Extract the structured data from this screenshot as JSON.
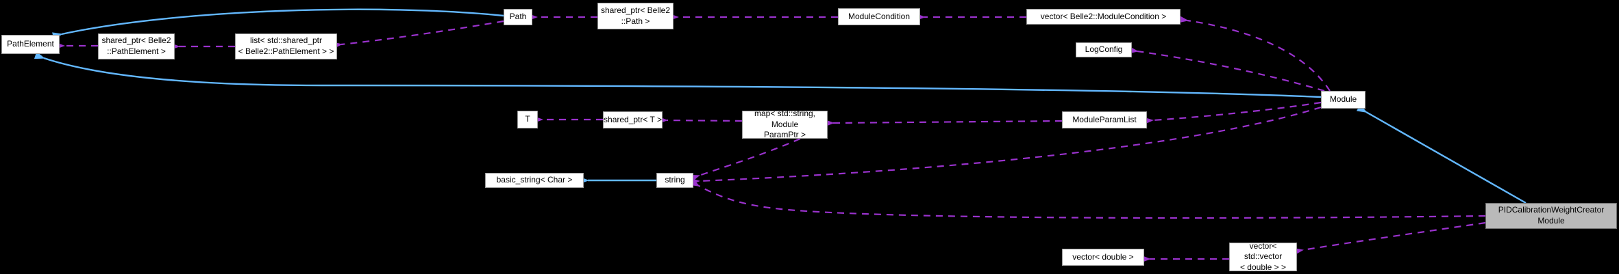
{
  "diagram": {
    "type": "doxygen-collaboration-graph",
    "background_color": "#000000",
    "colors": {
      "inheritance_edge": "#63b8ff",
      "usage_edge": "#9a32cd",
      "node_fill": "#ffffff",
      "node_border": "#9b9b9b",
      "current_node_fill": "#b9b9b9",
      "current_node_border": "#6e6e6e",
      "text": "#000000"
    },
    "nodes": {
      "pathelement": {
        "label": "PathElement"
      },
      "shared_ptr_pathelement": {
        "label": "shared_ptr< Belle2\n::PathElement >"
      },
      "list_shared_ptr_pathelement": {
        "label": "list< std::shared_ptr\n< Belle2::PathElement > >"
      },
      "path": {
        "label": "Path"
      },
      "shared_ptr_path": {
        "label": "shared_ptr< Belle2\n::Path >"
      },
      "modulecondition": {
        "label": "ModuleCondition"
      },
      "vector_modulecondition": {
        "label": "vector< Belle2::ModuleCondition >"
      },
      "logconfig": {
        "label": "LogConfig"
      },
      "module": {
        "label": "Module"
      },
      "t": {
        "label": "T"
      },
      "shared_ptr_t": {
        "label": "shared_ptr< T >"
      },
      "map_string_moduleparamptr": {
        "label": "map< std::string, Module\nParamPtr >"
      },
      "moduleparamlist": {
        "label": "ModuleParamList"
      },
      "basic_string_char": {
        "label": "basic_string< Char >"
      },
      "string": {
        "label": "string"
      },
      "pidcalibrationweightcreatormodule": {
        "label": "PIDCalibrationWeightCreator\nModule"
      },
      "vector_double": {
        "label": "vector< double >"
      },
      "vector_vector_double": {
        "label": "vector< std::vector\n< double > >"
      }
    },
    "edges": [
      {
        "from": "path",
        "to": "pathelement",
        "type": "inheritance"
      },
      {
        "from": "module",
        "to": "pathelement",
        "type": "inheritance"
      },
      {
        "from": "string",
        "to": "basic_string_char",
        "type": "inheritance"
      },
      {
        "from": "pidcalibrationweightcreatormodule",
        "to": "module",
        "type": "inheritance"
      },
      {
        "from": "shared_ptr_pathelement",
        "to": "pathelement",
        "type": "usage"
      },
      {
        "from": "list_shared_ptr_pathelement",
        "to": "shared_ptr_pathelement",
        "type": "usage"
      },
      {
        "from": "path",
        "to": "list_shared_ptr_pathelement",
        "type": "usage"
      },
      {
        "from": "shared_ptr_path",
        "to": "path",
        "type": "usage"
      },
      {
        "from": "modulecondition",
        "to": "shared_ptr_path",
        "type": "usage"
      },
      {
        "from": "vector_modulecondition",
        "to": "modulecondition",
        "type": "usage"
      },
      {
        "from": "module",
        "to": "vector_modulecondition",
        "type": "usage"
      },
      {
        "from": "module",
        "to": "logconfig",
        "type": "usage"
      },
      {
        "from": "module",
        "to": "moduleparamlist",
        "type": "usage"
      },
      {
        "from": "module",
        "to": "string",
        "type": "usage"
      },
      {
        "from": "moduleparamlist",
        "to": "map_string_moduleparamptr",
        "type": "usage"
      },
      {
        "from": "map_string_moduleparamptr",
        "to": "shared_ptr_t",
        "type": "usage"
      },
      {
        "from": "shared_ptr_t",
        "to": "t",
        "type": "usage"
      },
      {
        "from": "map_string_moduleparamptr",
        "to": "string",
        "type": "usage"
      },
      {
        "from": "pidcalibrationweightcreatormodule",
        "to": "string",
        "type": "usage"
      },
      {
        "from": "pidcalibrationweightcreatormodule",
        "to": "vector_vector_double",
        "type": "usage"
      },
      {
        "from": "vector_vector_double",
        "to": "vector_double",
        "type": "usage"
      }
    ]
  }
}
